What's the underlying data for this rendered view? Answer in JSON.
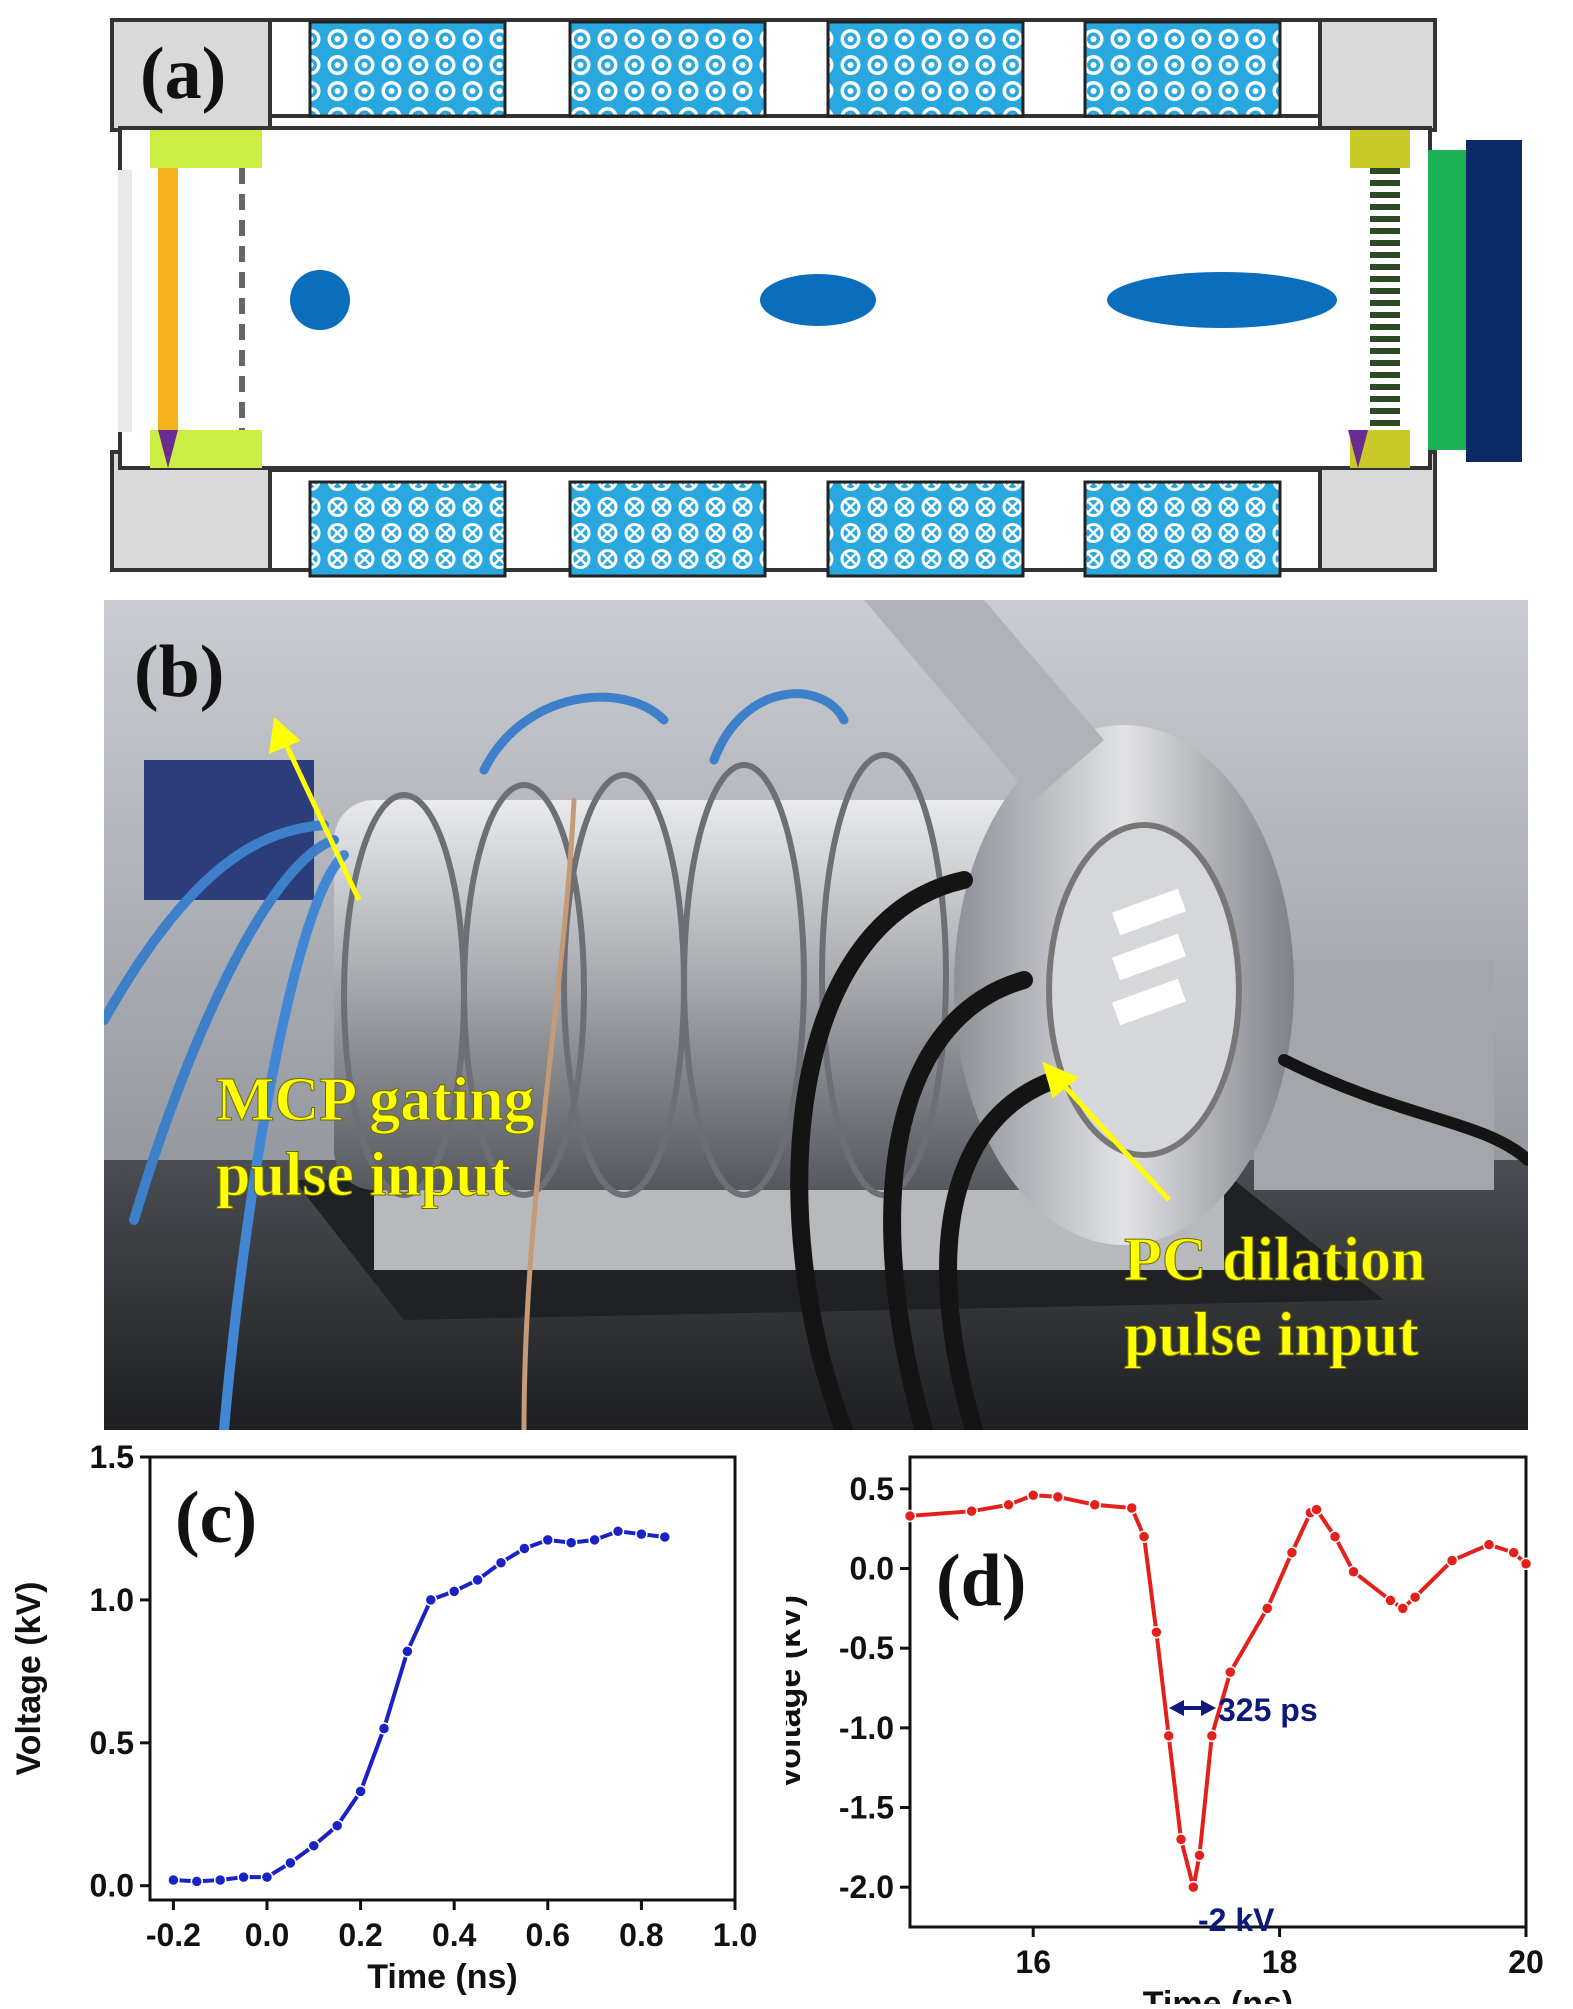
{
  "panels": {
    "a": {
      "label": "(a)"
    },
    "b": {
      "label": "(b)",
      "annotations": {
        "mcp_line1": "MCP gating",
        "mcp_line2": "pulse input",
        "pc_line1": "PC dilation",
        "pc_line2": "pulse input"
      }
    },
    "c": {
      "label": "(c)"
    },
    "d": {
      "label": "(d)",
      "annotation_width": "325 ps",
      "annotation_peak": "-2 kV"
    }
  },
  "colors": {
    "coil": "#29a7df",
    "electron_cloud": "#0b6ebd",
    "housing": "#d9d9d9",
    "flange": "#ccee44",
    "photocathode": "#f6b21a",
    "mcp_green": "#1db155",
    "ccd_navy": "#0b2a66",
    "curve_c": "#1a22c4",
    "curve_d": "#e3201b",
    "annot_navy": "#0d1a7a",
    "photo_label": "#ffff00"
  },
  "chart_data": [
    {
      "panel": "c",
      "type": "line",
      "xlabel": "Time (ns)",
      "ylabel": "Voltage (kV)",
      "xlim": [
        -0.25,
        1.0
      ],
      "ylim": [
        -0.05,
        1.5
      ],
      "xticks": [
        -0.2,
        0.0,
        0.2,
        0.4,
        0.6,
        0.8,
        1.0
      ],
      "xtick_labels": [
        "-0.2",
        "0.0",
        "0.2",
        "0.4",
        "0.6",
        "0.8",
        "1.0"
      ],
      "yticks": [
        0.0,
        0.5,
        1.0,
        1.5
      ],
      "ytick_labels": [
        "0.0",
        "0.5",
        "1.0",
        "1.5"
      ],
      "series": [
        {
          "x": [
            -0.2,
            -0.15,
            -0.1,
            -0.05,
            0.0,
            0.05,
            0.1,
            0.15,
            0.2,
            0.25,
            0.3,
            0.35,
            0.4,
            0.45,
            0.5,
            0.55,
            0.6,
            0.65,
            0.7,
            0.75,
            0.8,
            0.85
          ],
          "y": [
            0.02,
            0.015,
            0.02,
            0.03,
            0.03,
            0.08,
            0.14,
            0.21,
            0.33,
            0.55,
            0.82,
            1.0,
            1.03,
            1.07,
            1.13,
            1.18,
            1.21,
            1.2,
            1.21,
            1.24,
            1.23,
            1.22
          ]
        }
      ]
    },
    {
      "panel": "d",
      "type": "line",
      "xlabel": "Time (ns)",
      "ylabel": "Voltage (kV)",
      "xlim": [
        15,
        20
      ],
      "ylim": [
        -2.25,
        0.7
      ],
      "xticks": [
        16,
        18,
        20
      ],
      "xtick_labels": [
        "16",
        "18",
        "20"
      ],
      "yticks": [
        0.5,
        0.0,
        -0.5,
        -1.0,
        -1.5,
        -2.0
      ],
      "ytick_labels": [
        "0.5",
        "0.0",
        "-0.5",
        "-1.0",
        "-1.5",
        "-2.0"
      ],
      "series": [
        {
          "x": [
            15.0,
            15.5,
            15.8,
            16.0,
            16.2,
            16.5,
            16.8,
            16.9,
            17.0,
            17.1,
            17.2,
            17.3,
            17.35,
            17.45,
            17.6,
            17.9,
            18.1,
            18.25,
            18.3,
            18.45,
            18.6,
            18.9,
            19.0,
            19.1,
            19.4,
            19.7,
            19.9,
            20.0
          ],
          "y": [
            0.33,
            0.36,
            0.4,
            0.46,
            0.45,
            0.4,
            0.38,
            0.2,
            -0.4,
            -1.05,
            -1.7,
            -2.0,
            -1.8,
            -1.05,
            -0.65,
            -0.25,
            0.1,
            0.35,
            0.37,
            0.2,
            -0.02,
            -0.2,
            -0.25,
            -0.18,
            0.05,
            0.15,
            0.1,
            0.03
          ]
        }
      ]
    }
  ]
}
